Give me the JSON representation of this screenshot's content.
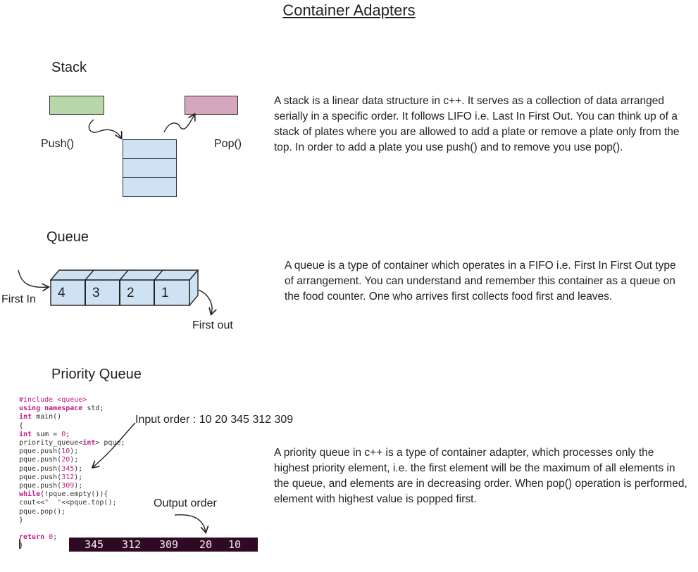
{
  "title": "Container Adapters",
  "stack": {
    "heading": "Stack",
    "push_label": "Push()",
    "pop_label": "Pop()",
    "description": "A stack is a linear data structure in c++. It serves as a collection of data arranged serially in a specific order. It follows LIFO i.e. Last In First Out. You can think up of a stack of plates where you are allowed to add a plate or remove a plate only from the top. In order to add a plate you use push() and to remove you use pop()."
  },
  "queue": {
    "heading": "Queue",
    "cells": [
      "4",
      "3",
      "2",
      "1"
    ],
    "first_in_label": "First In",
    "first_out_label": "First out",
    "description": "A queue is a type of container which operates in a FIFO i.e. First In First Out type of arrangement. You can understand and remember this container as a queue on the food counter. One who arrives first collects food first and leaves."
  },
  "priority_queue": {
    "heading": "Priority Queue",
    "input_label": "Input order : 10  20  345  312  309",
    "output_label": "Output order",
    "output_values": [
      "345",
      "312",
      "309",
      "20",
      "10"
    ],
    "code": {
      "line1_pp": "#include <queue>",
      "line2_kw1": "using",
      "line2_kw2": "namespace",
      "line2_rest": " std;",
      "line3_ty": "int",
      "line3_rest": " main()",
      "line4": "{",
      "line5_ty": "int",
      "line5_rest": " sum = ",
      "line5_num": "0",
      "line5_end": ";",
      "line6_a": "priority_queue<",
      "line6_ty": "int",
      "line6_b": "> pque;",
      "push_prefix": "pque.push(",
      "push_suffix": ");",
      "push_values": [
        "10",
        "20",
        "345",
        "312",
        "309"
      ],
      "line12_kw": "while",
      "line12_rest": "(!pque.empty()){",
      "line13_a": "cout<<",
      "line13_str": "\"  \"",
      "line13_b": "<<pque.top();",
      "line14": "pque.pop();",
      "line15": "}",
      "line17_kw": "return",
      "line17_num": "0",
      "line17_end": ";",
      "line18": "}"
    },
    "description": "A  priority queue in c++ is a type of container adapter, which processes only the highest priority element, i.e. the first element will be the maximum of all elements in the queue, and elements are in decreasing order. When pop() operation is performed, element with highest value is popped first."
  }
}
